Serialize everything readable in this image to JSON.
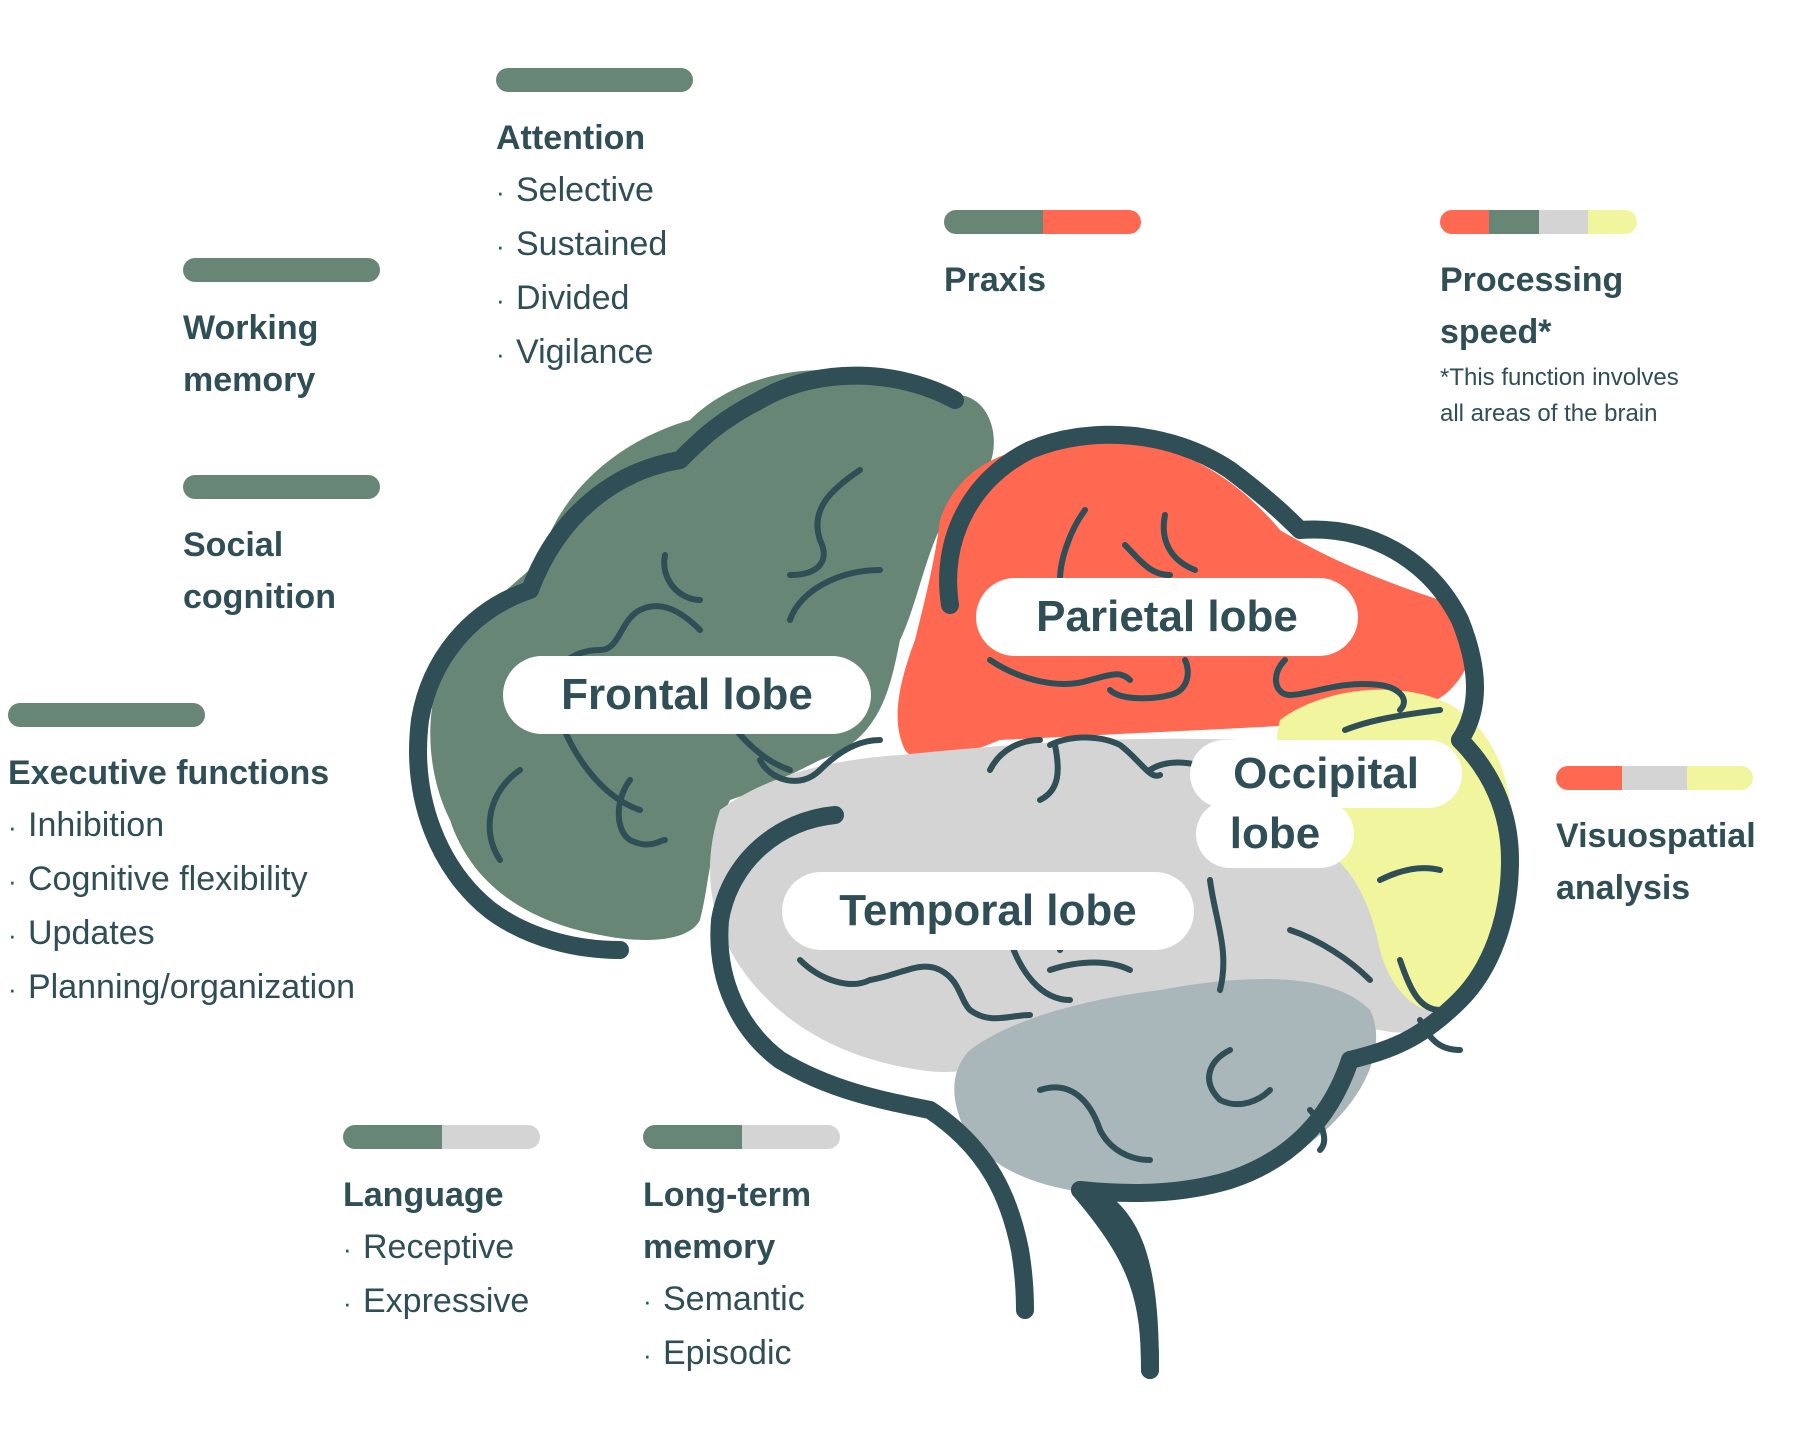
{
  "colors": {
    "outline": "#2f4e56",
    "frontal": "#678676",
    "parietal": "#ff6952",
    "temporal": "#d4d4d4",
    "occipital": "#f1f59d",
    "cerebellum": "#a9b7bb",
    "text": "#2f4e56",
    "bar_green": "#678676",
    "bar_red": "#ff6952",
    "bar_grey": "#d4d4d4",
    "bar_yellow": "#f1f59d"
  },
  "lobes": {
    "frontal": "Frontal lobe",
    "parietal": "Parietal lobe",
    "occipital_line1": "Occipital",
    "occipital_line2": "lobe",
    "temporal": "Temporal lobe"
  },
  "functions": {
    "attention": {
      "title": "Attention",
      "bar": [
        "#678676"
      ],
      "items": [
        "Selective",
        "Sustained",
        "Divided",
        "Vigilance"
      ]
    },
    "working_memory": {
      "title_line1": "Working",
      "title_line2": "memory",
      "bar": [
        "#678676"
      ]
    },
    "social_cognition": {
      "title_line1": "Social",
      "title_line2": "cognition",
      "bar": [
        "#678676"
      ]
    },
    "executive": {
      "title": "Executive functions",
      "bar": [
        "#678676"
      ],
      "items": [
        "Inhibition",
        "Cognitive flexibility",
        "Updates",
        "Planning/organization"
      ]
    },
    "praxis": {
      "title": "Praxis",
      "bar": [
        "#678676",
        "#ff6952"
      ]
    },
    "processing_speed": {
      "title_line1": "Processing",
      "title_line2": "speed*",
      "note_line1": "*This function involves",
      "note_line2": "all areas of the brain",
      "bar": [
        "#ff6952",
        "#678676",
        "#d4d4d4",
        "#f1f59d"
      ]
    },
    "visuospatial": {
      "title_line1": "Visuospatial",
      "title_line2": "analysis",
      "bar": [
        "#ff6952",
        "#d4d4d4",
        "#f1f59d"
      ]
    },
    "language": {
      "title": "Language",
      "bar": [
        "#678676",
        "#d4d4d4"
      ],
      "items": [
        "Receptive",
        "Expressive"
      ]
    },
    "long_term_memory": {
      "title_line1": "Long-term",
      "title_line2": "memory",
      "bar": [
        "#678676",
        "#d4d4d4"
      ],
      "items": [
        "Semantic",
        "Episodic"
      ]
    }
  }
}
